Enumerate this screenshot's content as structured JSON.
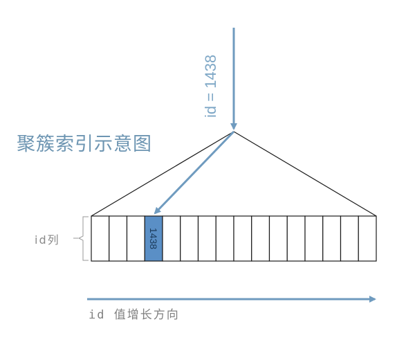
{
  "title": "聚簇索引示意图",
  "query": {
    "label": "id = 1438"
  },
  "column": {
    "label": "id列"
  },
  "axis": {
    "label": "id 值增长方向"
  },
  "cells": {
    "count": 16,
    "highlight_index": 3,
    "highlight_value": "1438"
  },
  "colors": {
    "accent": "#6f9bbf",
    "highlight_fill": "#5a8fc6",
    "title": "#6d95b2",
    "line": "#1a1a1a"
  }
}
